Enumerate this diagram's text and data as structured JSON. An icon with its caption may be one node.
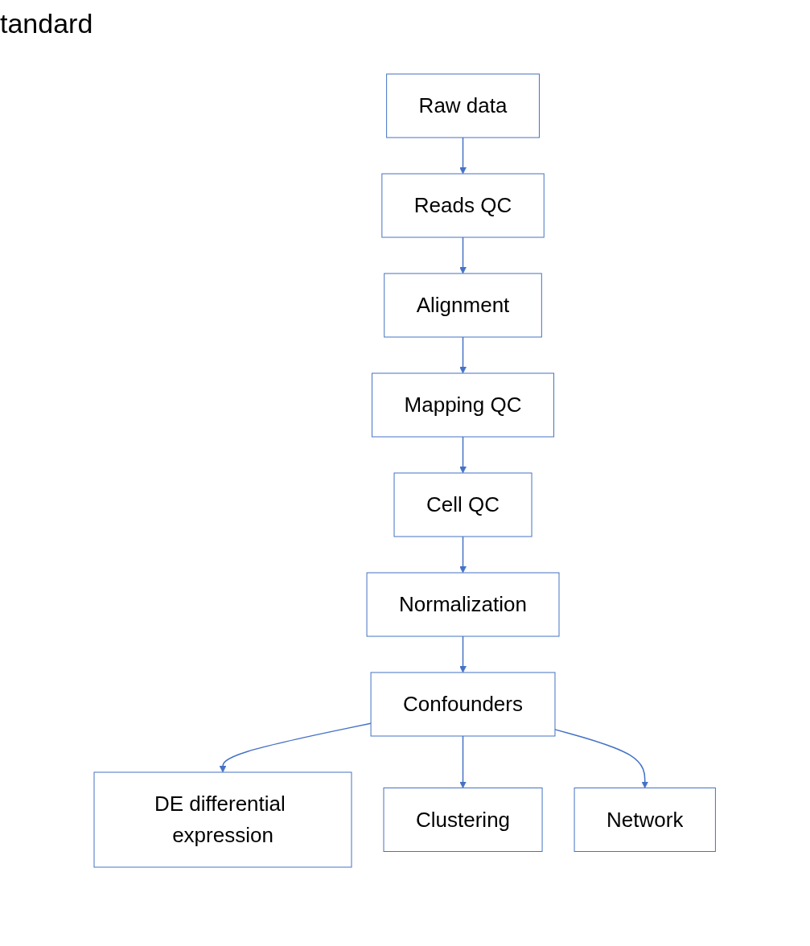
{
  "diagram": {
    "nodes": [
      {
        "text": [
          "Raw data"
        ]
      },
      {
        "text": [
          "Reads QC"
        ]
      },
      {
        "text": [
          "Alignment"
        ]
      },
      {
        "text": [
          "Mapping QC"
        ]
      },
      {
        "text": [
          "Cell QC"
        ]
      },
      {
        "text": [
          "Normalization"
        ]
      },
      {
        "text": [
          "Confounders"
        ]
      },
      {
        "text": [
          "DE differential expression"
        ]
      },
      {
        "text": [
          "Clustering"
        ]
      },
      {
        "text": [
          "Network"
        ]
      }
    ],
    "edges": [
      {
        "from": 0,
        "to": 1,
        "arrow": "to"
      },
      {
        "from": 1,
        "to": 2,
        "arrow": "to"
      },
      {
        "from": 2,
        "to": 3,
        "arrow": "to"
      },
      {
        "from": 3,
        "to": 4,
        "arrow": "to"
      },
      {
        "from": 4,
        "to": 5,
        "arrow": "to"
      },
      {
        "from": 5,
        "to": 6,
        "arrow": "to"
      },
      {
        "from": 6,
        "to": 7,
        "arrow": "to"
      },
      {
        "from": 6,
        "to": 8,
        "arrow": "to"
      },
      {
        "from": 6,
        "to": 9,
        "arrow": "to"
      }
    ],
    "labels": [
      "tandard"
    ]
  }
}
